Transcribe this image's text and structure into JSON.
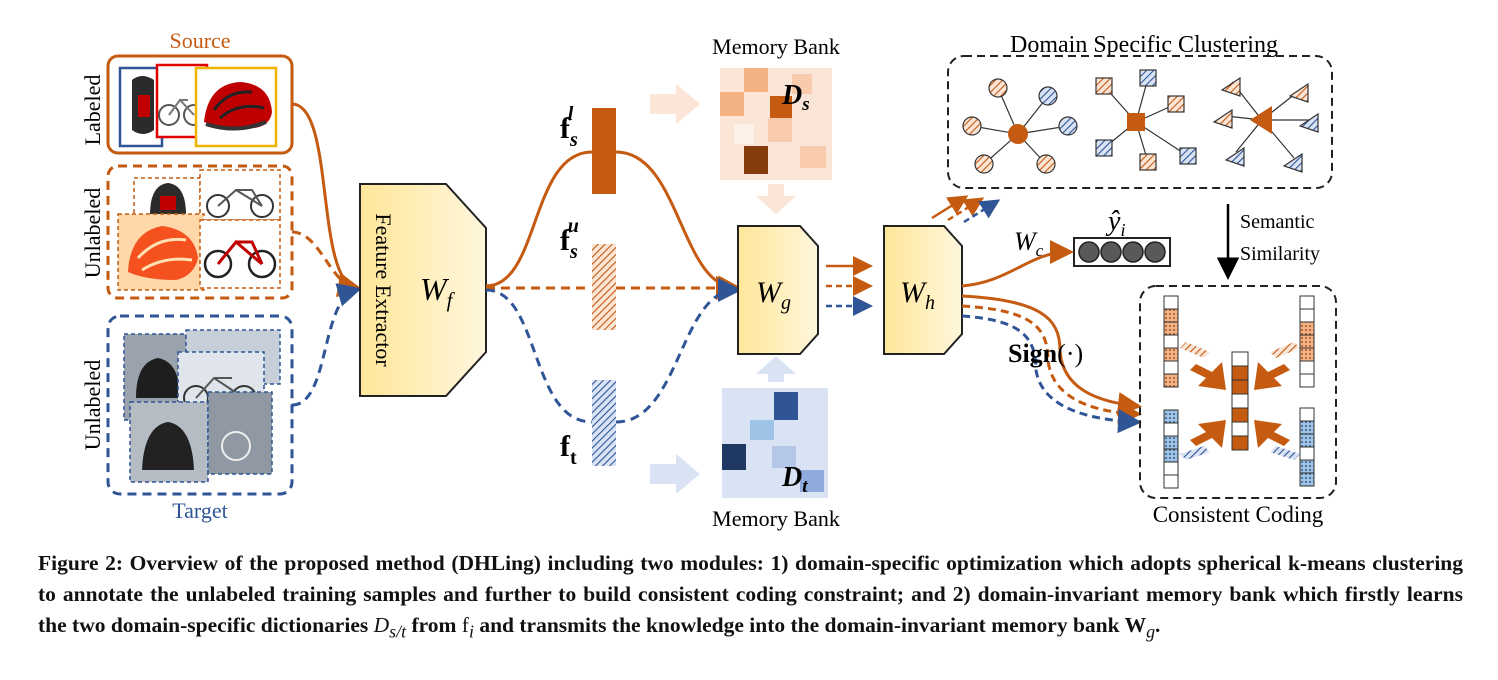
{
  "labels": {
    "source": "Source",
    "target": "Target",
    "labeled": "Labeled",
    "unlabeled_source": "Unlabeled",
    "unlabeled_target": "Unlabeled",
    "feature_extractor": "Feature Extractor",
    "wf_main": "W",
    "wf_sub": "f",
    "wg_main": "W",
    "wg_sub": "g",
    "wh_main": "W",
    "wh_sub": "h",
    "wc_main": "W",
    "wc_sub": "c",
    "fsl_main": "f",
    "fsl_sub": "s",
    "fsl_sup": "l",
    "fsu_main": "f",
    "fsu_sub": "s",
    "fsu_sup": "u",
    "ft_main": "f",
    "ft_sub": "t",
    "memory_bank_top": "Memory Bank",
    "memory_bank_bottom": "Memory Bank",
    "ds_main": "D",
    "ds_sub": "s",
    "dt_main": "D",
    "dt_sub": "t",
    "domain_specific_clustering": "Domain Specific Clustering",
    "semantic": "Semantic",
    "similarity": "Similarity",
    "yhat_main": "ŷ",
    "yhat_sub": "i",
    "sign": "Sign",
    "sign_arg": "(·)",
    "consistent_coding": "Consistent Coding"
  },
  "caption": {
    "text1": "Figure 2: Overview of the proposed method (DHLing) including two modules: 1) domain-specific optimization which adopts spherical k-means clustering to annotate the unlabeled training samples and further to build consistent coding constraint; and 2) domain-invariant memory bank which firstly learns the two domain-specific dictionaries ",
    "dst": "D",
    "dst_sub": "s/t",
    "text2": " from ",
    "fi": "f",
    "fi_sub": "i",
    "text3": " and transmits the knowledge into the domain-invariant memory bank ",
    "wg": "W",
    "wg_sub": "g",
    "text4": "."
  },
  "colors": {
    "source": "#c55a11",
    "target": "#2f5597",
    "module_light": "#fff2cc",
    "module_dark": "#ffd966",
    "orange_light": "#f8cbad",
    "blue_light": "#c9d5ee"
  },
  "icons": [
    "backpack-image",
    "bicycle-image",
    "helmet-image",
    "down-arrow-icon"
  ]
}
